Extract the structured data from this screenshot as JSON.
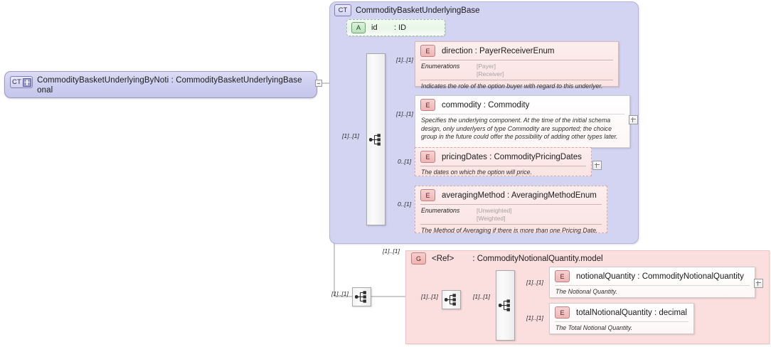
{
  "diagram": {
    "type": "xsd-schema-diagram",
    "root": {
      "badge": "CT",
      "label": "CommodityBasketUnderlyingByNoti : CommodityBasketUnderlyingBase",
      "label_line1": "CommodityBasketUnderlyingByNoti : CommodityBasketUnderlyingBase",
      "label_line2": "onal",
      "icon": "complex-type-plus-icon"
    },
    "base_type": {
      "badge": "CT",
      "title": "CommodityBasketUnderlyingBase"
    },
    "attribute": {
      "badge": "A",
      "name": "id",
      "type": ": ID"
    },
    "sequence_icon": "sequence-compositor-icon",
    "elements": [
      {
        "badge": "E",
        "name": "direction : PayerReceiverEnum",
        "cardinality": "[1]..[1]",
        "enum_label": "Enumerations",
        "enum_values": "[Payer]\n[Receiver]",
        "description": "Indicates the role of the option buyer with regard to this underlyer.",
        "optional": false,
        "expandable": false
      },
      {
        "badge": "E",
        "name": "commodity : Commodity",
        "cardinality": "[1]..[1]",
        "description": "Specifies the underlying component. At the time of the initial schema design, only underlyers of type Commodity are supported; the choice group in the future could offer the possibility of adding other types later.",
        "optional": false,
        "expandable": true
      },
      {
        "badge": "E",
        "name": "pricingDates : CommodityPricingDates",
        "cardinality": "0..[1]",
        "description": "The dates on which the option will price.",
        "optional": true,
        "expandable": true
      },
      {
        "badge": "E",
        "name": "averagingMethod : AveragingMethodEnum",
        "cardinality": "0..[1]",
        "enum_label": "Enumerations",
        "enum_values": "[Unweighted]\n[Weighted]",
        "description": "The Method of Averaging if there is more than one Pricing Date.",
        "optional": true,
        "expandable": false
      }
    ],
    "group_ref": {
      "badge": "G",
      "ref_label": "<Ref>",
      "type_label": ": CommodityNotionalQuantity.model",
      "cardinality": "[1]..[1]"
    },
    "group_elements": [
      {
        "badge": "E",
        "name": "notionalQuantity : CommodityNotionalQuantity",
        "cardinality": "[1]..[1]",
        "description": "The Notional Quantity.",
        "expandable": true
      },
      {
        "badge": "E",
        "name": "totalNotionalQuantity : decimal",
        "cardinality": "[1]..[1]",
        "description": "The Total Notional Quantity.",
        "expandable": false
      }
    ],
    "inner_cardinalities": {
      "root_to_base": "[1]..[1]",
      "root_to_group": "[1]..[1]",
      "seq_a_to_seq_b": "[1]..[1]",
      "seq_b_to_seq_c": "[1]..[1]"
    },
    "colors": {
      "complex_type_fill": "#d3d3f2",
      "element_fill": "#fae3e3",
      "attribute_fill": "#e8f6e8",
      "group_fill": "#fbdede",
      "background": "#ffffff"
    }
  }
}
